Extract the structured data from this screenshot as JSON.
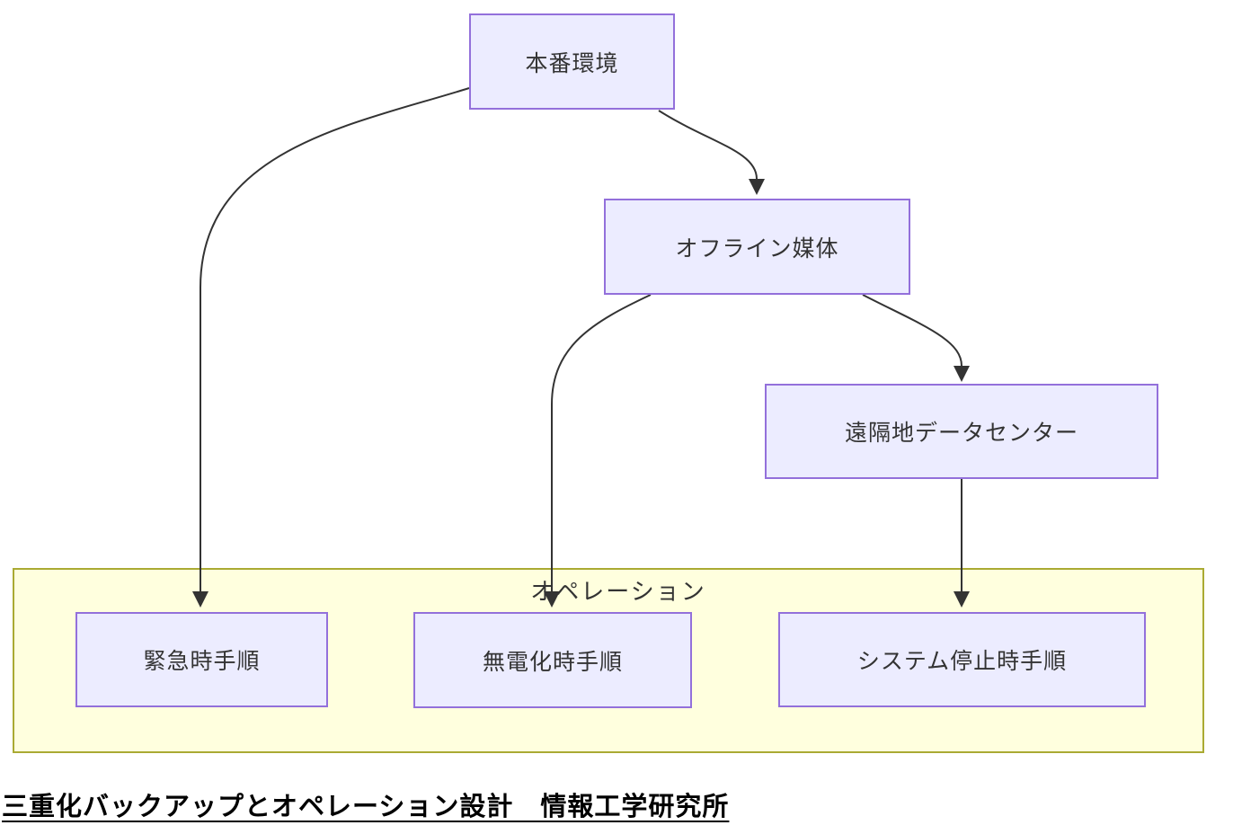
{
  "diagram": {
    "nodes": [
      {
        "id": "production",
        "label": "本番環境"
      },
      {
        "id": "offline",
        "label": "オフライン媒体"
      },
      {
        "id": "remote",
        "label": "遠隔地データセンター"
      },
      {
        "id": "emergency",
        "label": "緊急時手順"
      },
      {
        "id": "no-power",
        "label": "無電化時手順"
      },
      {
        "id": "system-stop",
        "label": "システム停止時手順"
      }
    ],
    "cluster": {
      "label": "オペレーション"
    },
    "edges": [
      {
        "from": "本番環境",
        "to": "緊急時手順"
      },
      {
        "from": "本番環境",
        "to": "オフライン媒体"
      },
      {
        "from": "オフライン媒体",
        "to": "無電化時手順"
      },
      {
        "from": "オフライン媒体",
        "to": "遠隔地データセンター"
      },
      {
        "from": "遠隔地データセンター",
        "to": "システム停止時手順"
      }
    ]
  },
  "caption": {
    "text": "三重化バックアップとオペレーション設計　情報工学研究所"
  },
  "colors": {
    "node_fill": "#ECECFF",
    "node_border": "#9370DB",
    "cluster_fill": "#FFFFDE",
    "cluster_border": "#AAAA33",
    "edge_color": "#333333",
    "text_color": "#333333",
    "caption_color": "#000000"
  }
}
